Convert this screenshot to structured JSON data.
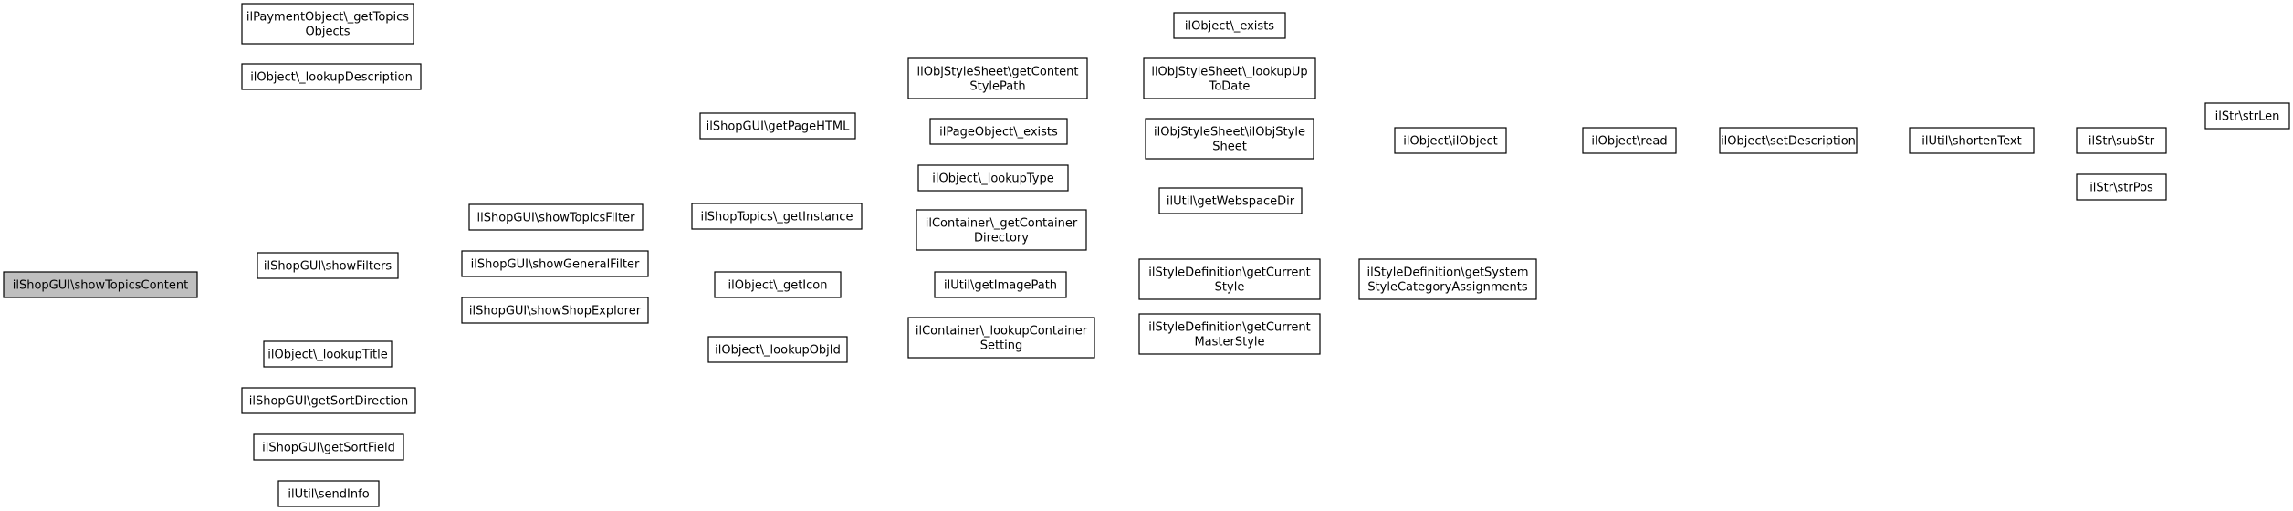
{
  "colors": {
    "edge": "#191970",
    "node_border": "#000000",
    "root_fill": "#bfbfbf",
    "node_fill": "#ffffff"
  },
  "nodes": {
    "root": [
      "ilShopGUI\\showTopicsContent"
    ],
    "payment_topics": [
      "ilPaymentObject\\_getTopics",
      "Objects"
    ],
    "lookup_description": [
      "ilObject\\_lookupDescription"
    ],
    "get_page_html": [
      "ilShopGUI\\getPageHTML"
    ],
    "lookup_type": [
      "ilObject\\_lookupType"
    ],
    "show_filters": [
      "ilShopGUI\\showFilters"
    ],
    "show_topics_filter": [
      "ilShopGUI\\showTopicsFilter"
    ],
    "show_general_filter": [
      "ilShopGUI\\showGeneralFilter"
    ],
    "show_shop_explorer": [
      "ilShopGUI\\showShopExplorer"
    ],
    "lookup_obj_id": [
      "ilObject\\_lookupObjId"
    ],
    "lookup_title": [
      "ilObject\\_lookupTitle"
    ],
    "get_sort_direction": [
      "ilShopGUI\\getSortDirection"
    ],
    "get_sort_field": [
      "ilShopGUI\\getSortField"
    ],
    "send_info": [
      "ilUtil\\sendInfo"
    ],
    "content_style_path": [
      "ilObjStyleSheet\\getContent",
      "StylePath"
    ],
    "page_object_exists": [
      "ilPageObject\\_exists"
    ],
    "topics_get_instance": [
      "ilShopTopics\\_getInstance"
    ],
    "get_icon": [
      "ilObject\\_getIcon"
    ],
    "container_directory": [
      "ilContainer\\_getContainer",
      "Directory"
    ],
    "get_image_path": [
      "ilUtil\\getImagePath"
    ],
    "container_setting": [
      "ilContainer\\_lookupContainer",
      "Setting"
    ],
    "object_exists": [
      "ilObject\\_exists"
    ],
    "lookup_up_to_date": [
      "ilObjStyleSheet\\_lookupUp",
      "ToDate"
    ],
    "il_obj_style_sheet": [
      "ilObjStyleSheet\\ilObjStyle",
      "Sheet"
    ],
    "webspace_dir": [
      "ilUtil\\getWebspaceDir"
    ],
    "current_style": [
      "ilStyleDefinition\\getCurrent",
      "Style"
    ],
    "current_master_style": [
      "ilStyleDefinition\\getCurrent",
      "MasterStyle"
    ],
    "system_style_cat": [
      "ilStyleDefinition\\getSystem",
      "StyleCategoryAssignments"
    ],
    "il_object": [
      "ilObject\\ilObject"
    ],
    "read": [
      "ilObject\\read"
    ],
    "set_description": [
      "ilObject\\setDescription"
    ],
    "shorten_text": [
      "ilUtil\\shortenText"
    ],
    "sub_str": [
      "ilStr\\subStr"
    ],
    "str_len": [
      "ilStr\\strLen"
    ],
    "str_pos": [
      "ilStr\\strPos"
    ]
  }
}
